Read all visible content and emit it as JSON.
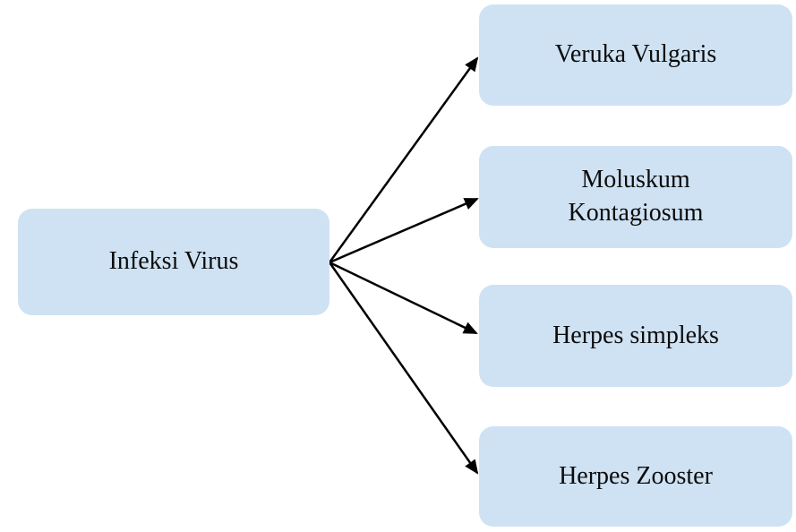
{
  "diagram": {
    "title": "Infeksi Virus diagram",
    "colors": {
      "background": "#ffffff",
      "box_fill": "#cfe2f3",
      "text": "#0b0b0b",
      "arrow": "#000000"
    },
    "root": {
      "label": "Infeksi Virus"
    },
    "children": [
      {
        "label": "Veruka Vulgaris"
      },
      {
        "label": "Moluskum Kontagiosum"
      },
      {
        "label": "Herpes simpleks"
      },
      {
        "label": "Herpes Zooster"
      }
    ]
  }
}
